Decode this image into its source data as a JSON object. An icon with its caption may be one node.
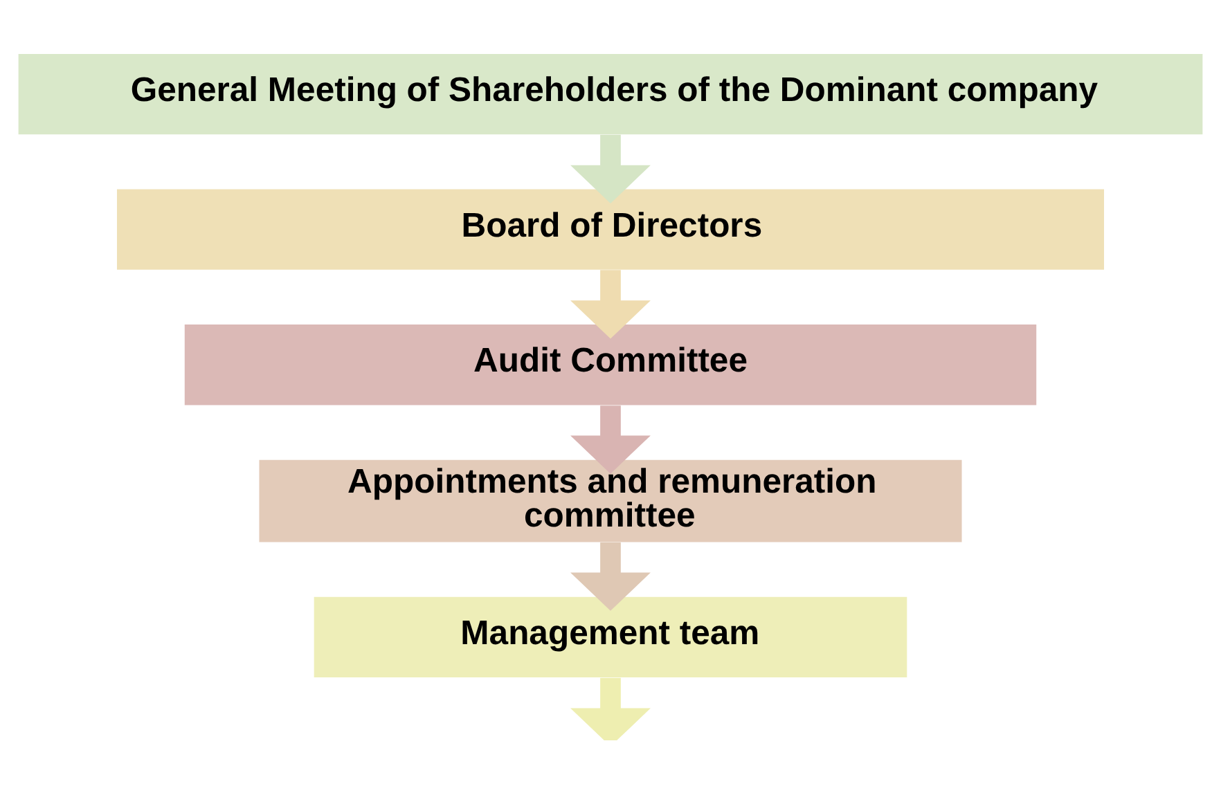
{
  "diagram": {
    "nodes": [
      {
        "text": [
          "General Meeting of Shareholders of the Dominant company"
        ]
      },
      {
        "text": [
          "Board of Directors"
        ]
      },
      {
        "text": [
          "Audit Committee"
        ]
      },
      {
        "text": [
          "Appointments and remuneration committee"
        ]
      },
      {
        "text": [
          "Management team"
        ]
      }
    ],
    "edges": [
      {
        "from": 0,
        "to": 1,
        "arrow": "to",
        "color": "#d5e5c5"
      },
      {
        "from": 1,
        "to": 2,
        "arrow": "to",
        "color": "#efdcb0"
      },
      {
        "from": 2,
        "to": 3,
        "arrow": "to",
        "color": "#d9b4b2"
      },
      {
        "from": 3,
        "to": 4,
        "arrow": "to",
        "color": "#dfc8b4"
      },
      {
        "from": 4,
        "to": null,
        "arrow": "to",
        "color": "#eeeeb0"
      }
    ]
  }
}
